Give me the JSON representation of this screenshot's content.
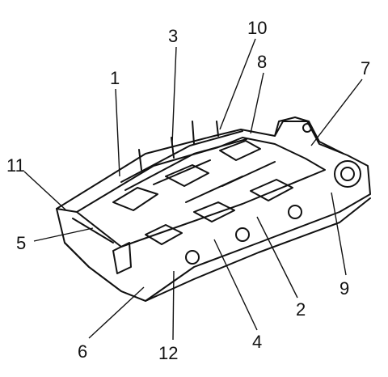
{
  "diagram": {
    "callouts": [
      {
        "id": "c1",
        "text": "1"
      },
      {
        "id": "c2",
        "text": "2"
      },
      {
        "id": "c3",
        "text": "3"
      },
      {
        "id": "c4",
        "text": "4"
      },
      {
        "id": "c5",
        "text": "5"
      },
      {
        "id": "c6",
        "text": "6"
      },
      {
        "id": "c7",
        "text": "7"
      },
      {
        "id": "c8",
        "text": "8"
      },
      {
        "id": "c9",
        "text": "9"
      },
      {
        "id": "c10",
        "text": "10"
      },
      {
        "id": "c11",
        "text": "11"
      },
      {
        "id": "c12",
        "text": "12"
      }
    ]
  },
  "colors": {
    "line": "#111111",
    "background": "#ffffff"
  }
}
